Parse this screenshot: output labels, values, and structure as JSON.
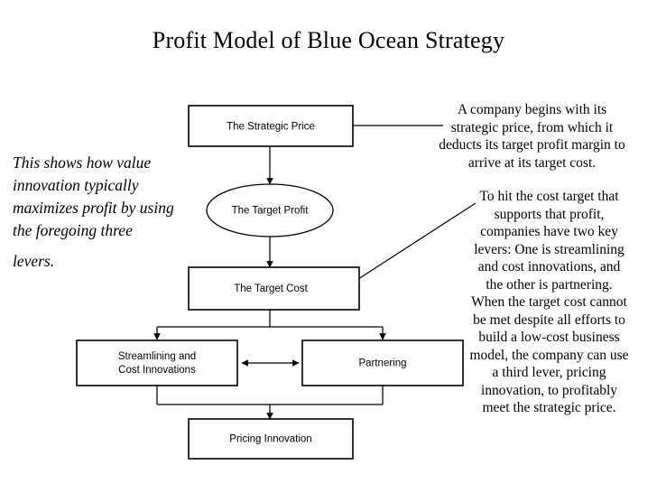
{
  "slide": {
    "title": "Profit Model of Blue Ocean Strategy",
    "background_color": "#ffffff",
    "line_color": "#000000"
  },
  "notes": {
    "left": {
      "body": "This shows how value innovation typically maximizes profit by using the foregoing three",
      "last_word": "levers."
    },
    "right_top": "A company begins with its strategic price, from which it deducts its target profit margin to arrive at its target cost.",
    "right_main": "To hit the cost target that supports that profit, companies have two key levers: One is streamlining and cost innovations, and the other is partnering. When the target cost cannot be met despite all efforts to build a low-cost business model, the company can use a third lever, pricing innovation, to profitably meet the strategic price."
  },
  "diagram": {
    "type": "flowchart",
    "nodes": [
      {
        "id": "strategic-price",
        "label": "The Strategic Price",
        "shape": "rect"
      },
      {
        "id": "target-profit",
        "label": "The Target Profit",
        "shape": "ellipse"
      },
      {
        "id": "target-cost",
        "label": "The Target Cost",
        "shape": "rect"
      },
      {
        "id": "streamlining",
        "label_line1": "Streamlining and",
        "label_line2": "Cost Innovations",
        "shape": "rect"
      },
      {
        "id": "partnering",
        "label": "Partnering",
        "shape": "rect"
      },
      {
        "id": "pricing-innovation",
        "label": "Pricing Innovation",
        "shape": "rect"
      }
    ],
    "edges": [
      {
        "from": "strategic-price",
        "to": "target-profit",
        "style": "arrow-down"
      },
      {
        "from": "target-profit",
        "to": "target-cost",
        "style": "arrow-down"
      },
      {
        "from": "target-cost",
        "to": "streamlining",
        "style": "split-arrow-down"
      },
      {
        "from": "target-cost",
        "to": "partnering",
        "style": "split-arrow-down"
      },
      {
        "from": "streamlining",
        "to": "partnering",
        "style": "double-headed-horizontal"
      },
      {
        "from": "streamlining",
        "to": "pricing-innovation",
        "style": "merge-arrow-down"
      },
      {
        "from": "partnering",
        "to": "pricing-innovation",
        "style": "merge-arrow-down"
      }
    ],
    "callout_lines": [
      {
        "from": "strategic-price",
        "to": "right_top_note",
        "style": "horizontal-leader"
      },
      {
        "from": "target-cost",
        "to": "right_main_note",
        "style": "diagonal-leader"
      }
    ]
  }
}
